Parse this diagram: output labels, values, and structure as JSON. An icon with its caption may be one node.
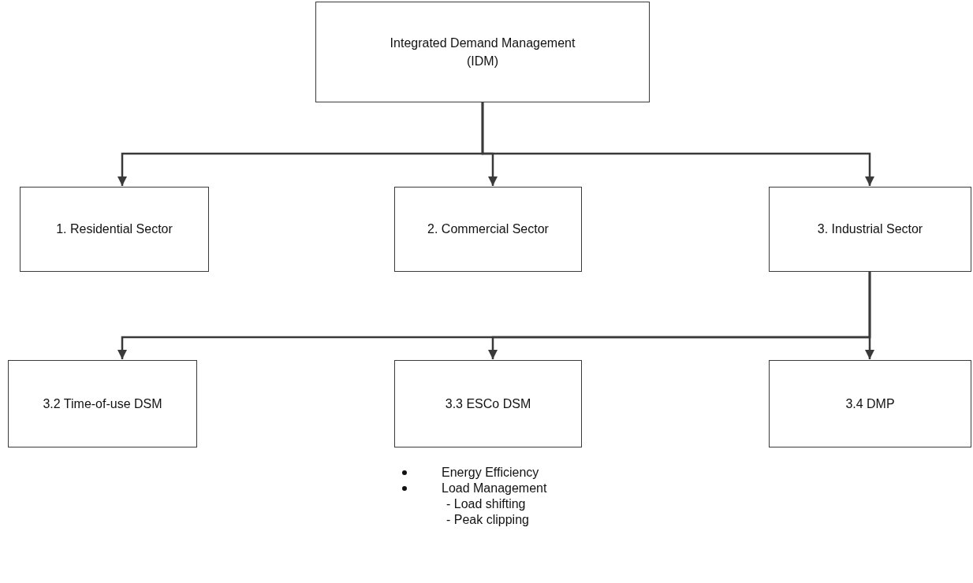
{
  "diagram": {
    "nodes": [
      {
        "text": [
          "Integrated Demand Management (IDM)"
        ]
      },
      {
        "text": [
          "1. Residential Sector"
        ]
      },
      {
        "text": [
          "2. Commercial Sector"
        ]
      },
      {
        "text": [
          "3. Industrial Sector"
        ]
      },
      {
        "text": [
          "3.2 Time-of-use DSM"
        ]
      },
      {
        "text": [
          "3.3 ESCo DSM"
        ],
        "beside": [
          "Energy Efficiency",
          "Load Management",
          "- Load shifting",
          "- Peak clipping"
        ]
      },
      {
        "text": [
          "3.4 DMP"
        ]
      }
    ],
    "edges": [
      {
        "from": 0,
        "to": 1,
        "arrow": "to"
      },
      {
        "from": 0,
        "to": 2,
        "arrow": "to"
      },
      {
        "from": 0,
        "to": 3,
        "arrow": "to"
      },
      {
        "from": 3,
        "to": 4,
        "arrow": "to"
      },
      {
        "from": 3,
        "to": 5,
        "arrow": "to"
      },
      {
        "from": 3,
        "to": 6,
        "arrow": "to"
      }
    ]
  }
}
